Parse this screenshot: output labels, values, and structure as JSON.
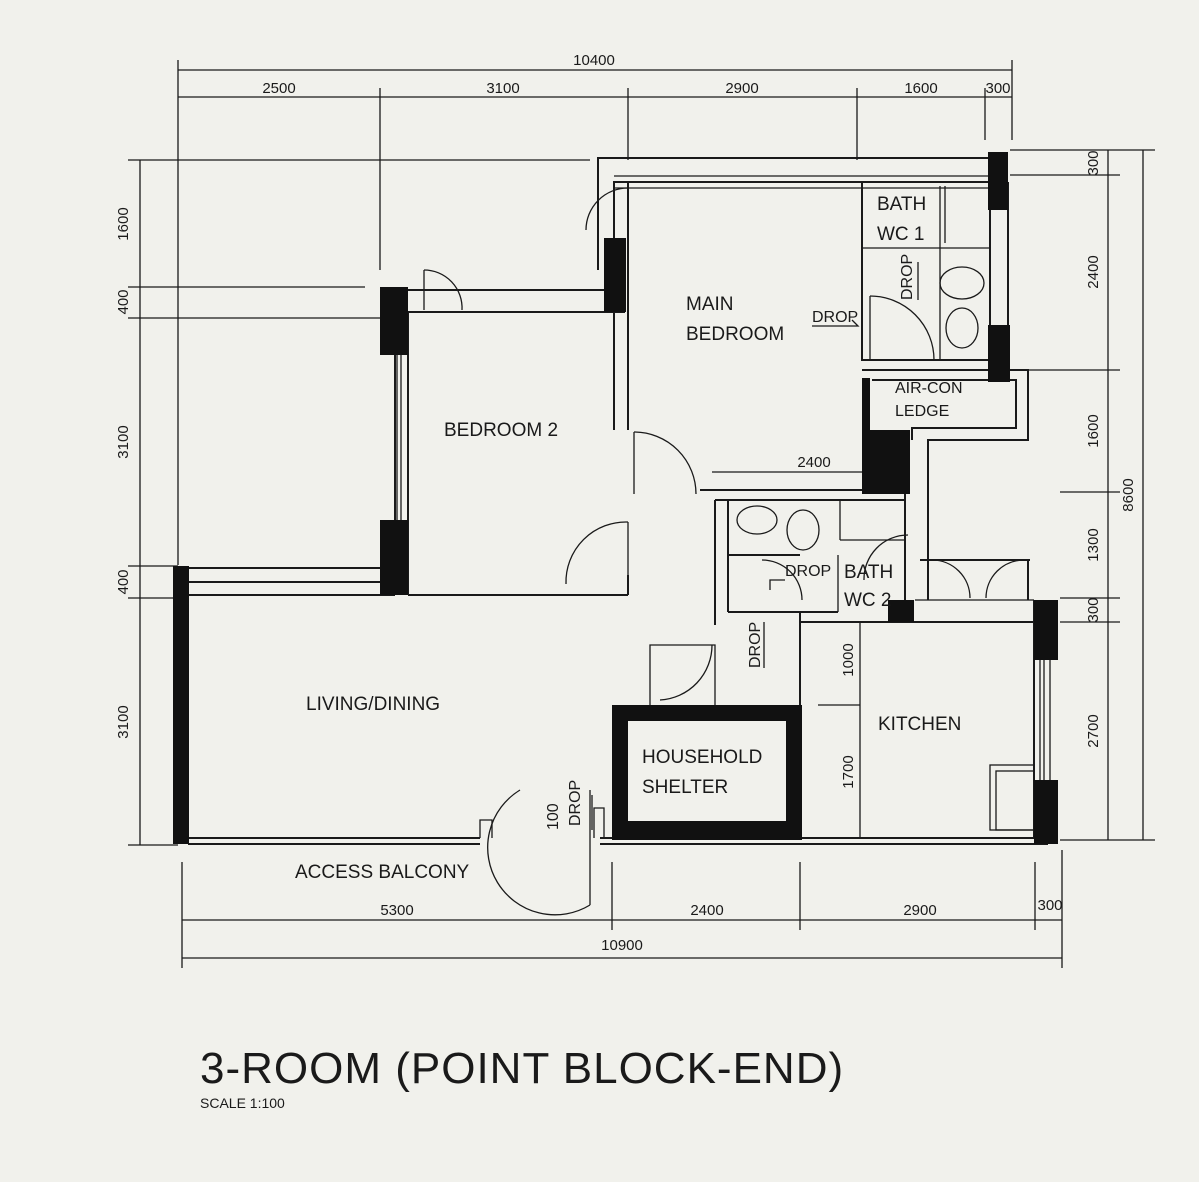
{
  "title": "3-ROOM (POINT BLOCK-END)",
  "scale": "SCALE  1:100",
  "rooms": {
    "main_bedroom_1": "MAIN",
    "main_bedroom_2": "BEDROOM",
    "bedroom2": "BEDROOM 2",
    "bath_wc1_a": "BATH",
    "bath_wc1_b": "WC 1",
    "aircon_a": "AIR-CON",
    "aircon_b": "LEDGE",
    "living_dining": "LIVING/DINING",
    "bath_wc2_a": "BATH",
    "bath_wc2_b": "WC 2",
    "kitchen": "KITCHEN",
    "shelter_a": "HOUSEHOLD",
    "shelter_b": "SHELTER",
    "access_balcony": "ACCESS BALCONY"
  },
  "drops": {
    "main_bed": "DROP",
    "wc1": "DROP",
    "wc2": "DROP",
    "passage": "DROP",
    "entrance": "DROP",
    "entrance_value": "100"
  },
  "dimensions": {
    "top_total": "10400",
    "top_1": "2500",
    "top_2": "3100",
    "top_3": "2900",
    "top_4": "1600",
    "top_5": "300",
    "left_1": "1600",
    "left_2": "400",
    "left_3": "3100",
    "left_4": "400",
    "left_5": "3100",
    "right_1": "300",
    "right_2": "2400",
    "right_3": "1600",
    "right_4": "1300",
    "right_5": "300",
    "right_6": "2700",
    "right_total": "8600",
    "bottom_1": "5300",
    "bottom_2": "2400",
    "bottom_3": "2900",
    "bottom_4": "300",
    "bottom_total": "10900",
    "inner_2400": "2400",
    "kitchen_1000": "1000",
    "kitchen_1700": "1700"
  }
}
